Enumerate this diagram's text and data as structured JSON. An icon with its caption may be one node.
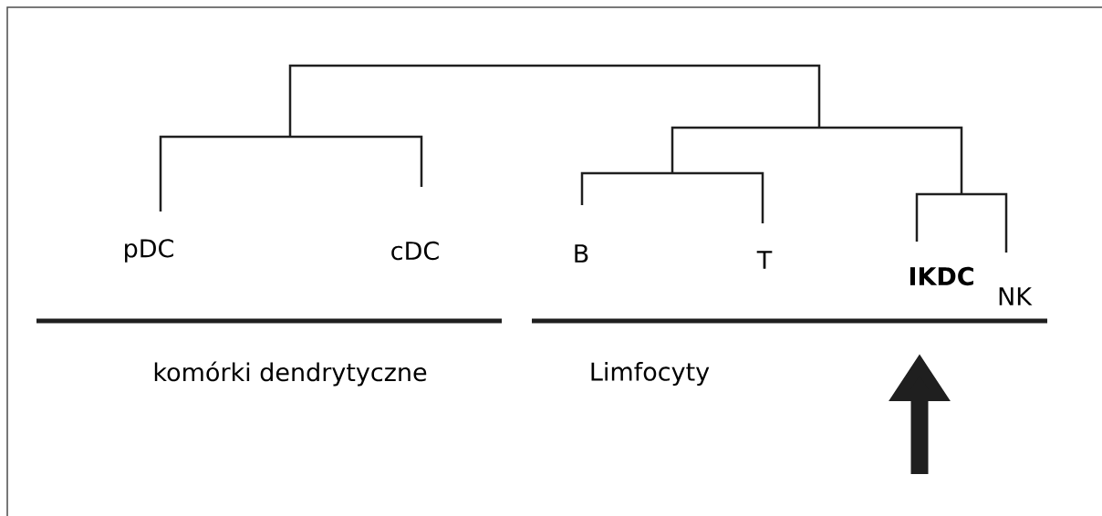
{
  "diagram": {
    "nodes": [
      {
        "text": [
          "pDC"
        ]
      },
      {
        "text": [
          "cDC"
        ]
      },
      {
        "text": [
          "B"
        ]
      },
      {
        "text": [
          "T"
        ]
      },
      {
        "text": [
          "**IKDC**"
        ]
      },
      {
        "text": [
          "NK"
        ]
      }
    ],
    "labels": [
      "komórki dendrytyczne",
      "Limfocyty"
    ]
  }
}
